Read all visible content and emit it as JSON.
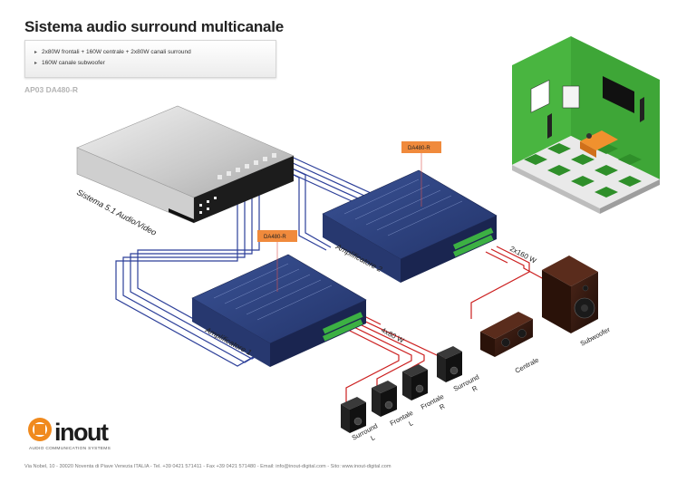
{
  "title": "Sistema audio surround multicanale",
  "specs": [
    "2x80W frontali + 160W centrale + 2x80W canali surround",
    "160W canale subwoofer"
  ],
  "model": "AP03 DA480-R",
  "source_label": "Sistema 5.1 Audio/Video",
  "amp1_label": "Amplificatore 1",
  "amp2_label": "Amplificatore 2",
  "tag1": "DA480-R",
  "tag2": "DA480-R",
  "power_4x80": "4x80 W",
  "power_2x160": "2x160 W",
  "speakers": {
    "surround_l": [
      "Surround",
      "L"
    ],
    "frontale_l": [
      "Frontale",
      "L"
    ],
    "frontale_r": [
      "Frontale",
      "R"
    ],
    "surround_r": [
      "Surround",
      "R"
    ],
    "centrale": "Centrale",
    "subwoofer": "Subwoofer"
  },
  "logo": {
    "brand": "inout",
    "tagline": "AUDIO COMMUNICATION SYSTEMS"
  },
  "footer": "Via Nobel, 10 - 30020 Noventa di Piave Venezia ITALIA - Tel. +39 0421 571411 - Fax +39 0421 571480 - Email: info@inout-digital.com - Sito: www.inout-digital.com",
  "colors": {
    "signal_cable": "#2c3f99",
    "speaker_cable": "#cc1f1f",
    "amplifier": "#2b3d7a",
    "tag": "#f08a3c",
    "room_green": "#3fae3a"
  }
}
